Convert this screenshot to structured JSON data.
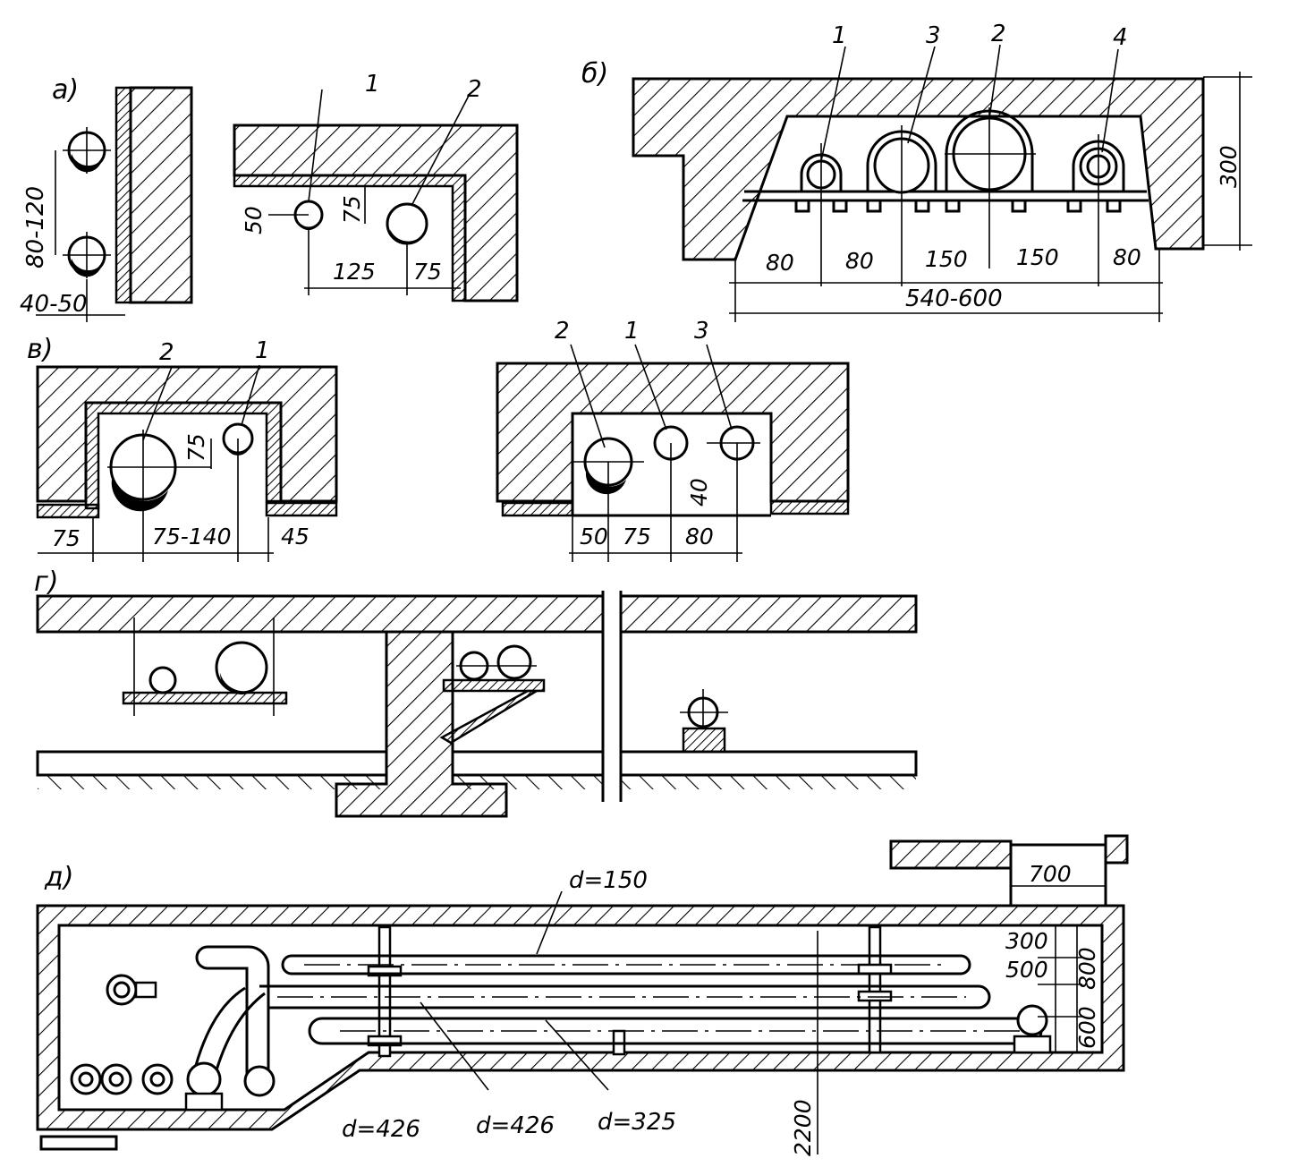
{
  "panels": {
    "a": "a)",
    "b": "б)",
    "v": "в)",
    "g": "г)",
    "d": "д)"
  },
  "panel_a": {
    "dim_vertical": "80-120",
    "dim_bottom": "40-50",
    "dim_50": "50",
    "dim_75v": "75",
    "dim_125": "125",
    "dim_75h": "75",
    "tag1": "1",
    "tag2": "2"
  },
  "panel_b": {
    "tags": [
      "1",
      "3",
      "2",
      "4"
    ],
    "dims": [
      "80",
      "80",
      "150",
      "150",
      "80"
    ],
    "total": "540-600",
    "height": "300"
  },
  "panel_v1": {
    "tag2": "2",
    "tag1": "1",
    "dim_75v": "75",
    "dim_75": "75",
    "dim_75_140": "75-140",
    "dim_45": "45"
  },
  "panel_v2": {
    "tag2": "2",
    "tag1": "1",
    "tag3": "3",
    "dim_40": "40",
    "dim_50": "50",
    "dim_75": "75",
    "dim_80": "80"
  },
  "panel_d": {
    "d150": "d=150",
    "d426a": "d=426",
    "d426b": "d=426",
    "d325": "d=325",
    "dim_700": "700",
    "dim_300": "300",
    "dim_500": "500",
    "dim_600": "600",
    "dim_800": "800",
    "dim_2200": "2200"
  }
}
